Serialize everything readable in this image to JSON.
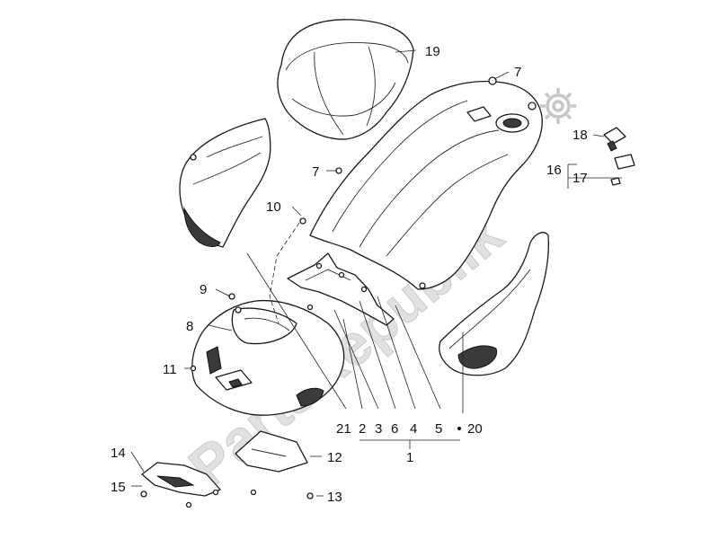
{
  "watermark": {
    "text": "PartsRepublik"
  },
  "callouts": [
    {
      "id": "c19",
      "text": "19"
    },
    {
      "id": "c7a",
      "text": "7"
    },
    {
      "id": "c7b",
      "text": "7"
    },
    {
      "id": "c18",
      "text": "18"
    },
    {
      "id": "c16",
      "text": "16"
    },
    {
      "id": "c17",
      "text": "17"
    },
    {
      "id": "c10",
      "text": "10"
    },
    {
      "id": "c9",
      "text": "9"
    },
    {
      "id": "c8",
      "text": "8"
    },
    {
      "id": "c11",
      "text": "11"
    },
    {
      "id": "c21",
      "text": "21"
    },
    {
      "id": "c2",
      "text": "2"
    },
    {
      "id": "c3",
      "text": "3"
    },
    {
      "id": "c6",
      "text": "6"
    },
    {
      "id": "c4",
      "text": "4"
    },
    {
      "id": "c5",
      "text": "5"
    },
    {
      "id": "c20",
      "text": "20"
    },
    {
      "id": "c1",
      "text": "1"
    },
    {
      "id": "c12",
      "text": "12"
    },
    {
      "id": "c13",
      "text": "13"
    },
    {
      "id": "c14",
      "text": "14"
    },
    {
      "id": "c15",
      "text": "15"
    }
  ]
}
